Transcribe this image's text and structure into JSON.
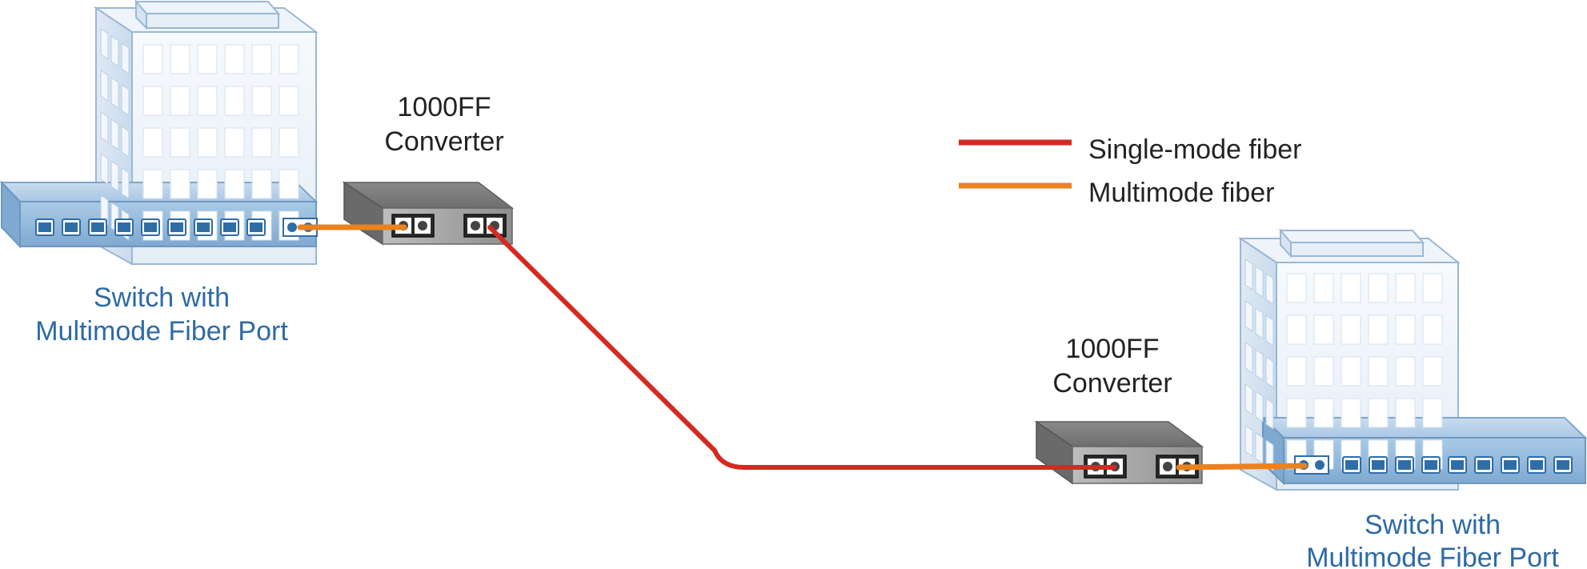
{
  "colors": {
    "single_mode": "#d42a22",
    "multimode": "#e98220",
    "switch_label": "#2d6aa6",
    "building_line": "#9ab8d6",
    "switch_body": "#8fb8db"
  },
  "legend": {
    "single_mode_label": "Single-mode fiber",
    "multimode_label": "Multimode fiber"
  },
  "site_left": {
    "converter_line1": "1000FF",
    "converter_line2": "Converter",
    "switch_line1": "Switch with",
    "switch_line2": "Multimode Fiber Port"
  },
  "site_right": {
    "converter_line1": "1000FF",
    "converter_line2": "Converter",
    "switch_line1": "Switch with",
    "switch_line2": "Multimode Fiber Port"
  }
}
